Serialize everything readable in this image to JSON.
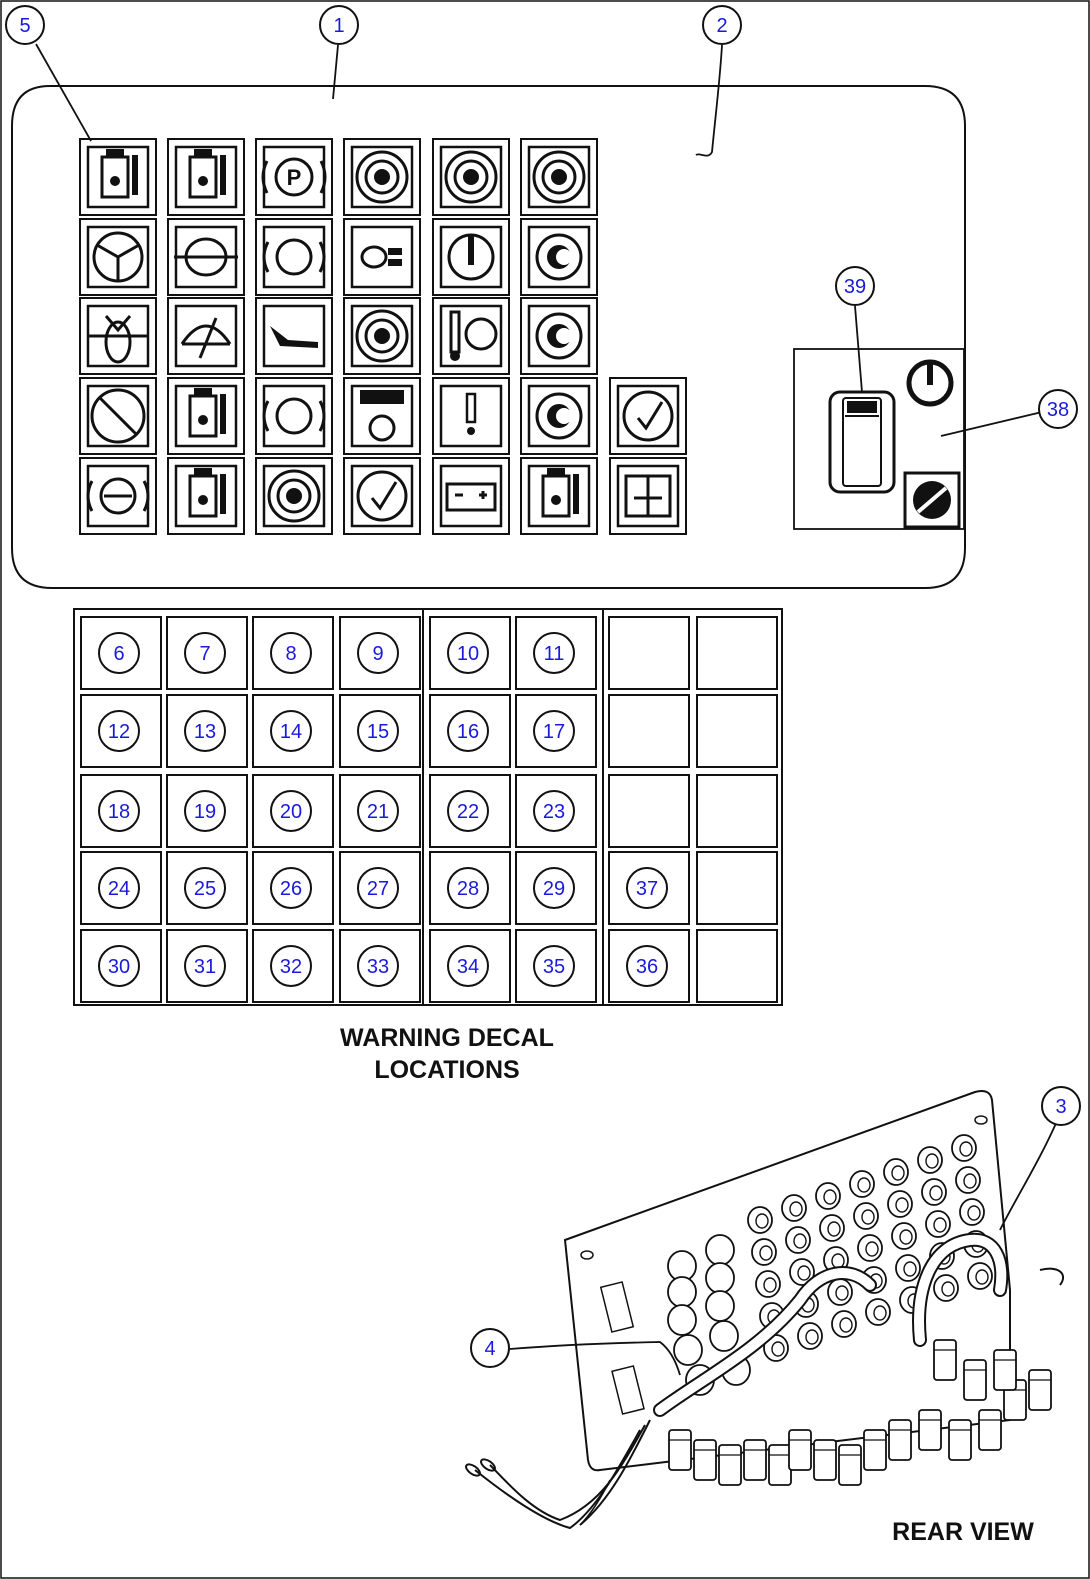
{
  "callouts": {
    "panel": "1",
    "panel_bracket": "2",
    "harness_rear": "3",
    "harness_connector": "4",
    "indicator_lamp": "5",
    "switch_panel": "38",
    "rocker_switch": "39"
  },
  "decal_grid": {
    "rows": [
      [
        "6",
        "7",
        "8",
        "9",
        "10",
        "11",
        "",
        ""
      ],
      [
        "12",
        "13",
        "14",
        "15",
        "16",
        "17",
        "",
        ""
      ],
      [
        "18",
        "19",
        "20",
        "21",
        "22",
        "23",
        "",
        ""
      ],
      [
        "24",
        "25",
        "26",
        "27",
        "28",
        "29",
        "37",
        ""
      ],
      [
        "30",
        "31",
        "32",
        "33",
        "34",
        "35",
        "36",
        ""
      ]
    ]
  },
  "icon_rows": [
    [
      "hydraulic-tank-temp-icon",
      "hydraulic-tank-level-icon",
      "parking-brake-icon",
      "engine-icon",
      "circuit-breaker-icon",
      "transmission-icon"
    ],
    [
      "steering-wheel-icon",
      "axle-icon",
      "brake-icon",
      "headlight-icon",
      "power-icon",
      "dimmer-icon"
    ],
    [
      "body-up-icon",
      "gauge-icon",
      "body-hoist-icon",
      "engine-shutdown-icon",
      "coolant-temp-icon",
      "fuel-filter-icon"
    ],
    [
      "no-entry-icon",
      "oil-level-icon",
      "brake-warning-icon",
      "retarder-icon",
      "warning-icon",
      "fan-icon",
      "check-icon"
    ],
    [
      "wheel-motor-icon",
      "fuel-level-icon",
      "steering-pressure-icon",
      "system-check-icon",
      "battery-icon",
      "hydraulic-oil-icon",
      "manual-icon"
    ]
  ],
  "captions": {
    "warning_title_line1": "WARNING DECAL",
    "warning_title_line2": "LOCATIONS",
    "rear_view": "REAR VIEW"
  },
  "colors": {
    "callout_text": "#1a1adc",
    "line": "#111111"
  }
}
